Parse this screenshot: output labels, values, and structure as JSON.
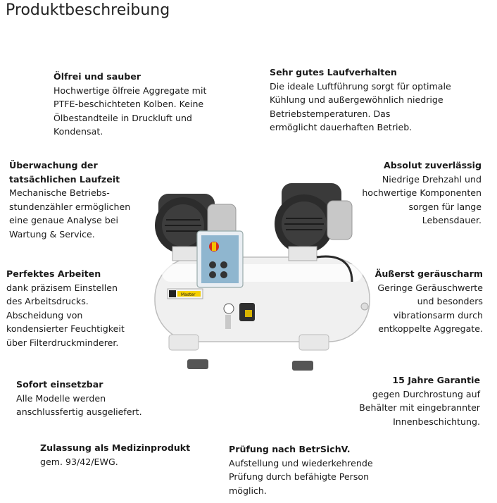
{
  "page": {
    "title": "Produktbeschreibung"
  },
  "product_image": {
    "brand_label": "Master",
    "alt": "compressor"
  },
  "features": {
    "oelfrei": {
      "heading": "Ölfrei und sauber",
      "body": "Hochwertige ölfreie Aggregate mit\nPTFE-beschichteten Kolben. Keine\nÖlbestandteile in Druckluft und\nKondensat."
    },
    "laufverhalten": {
      "heading": "Sehr gutes Laufverhalten",
      "body": "Die ideale Luftführung sorgt für optimale\nKühlung und außergewöhnlich niedrige\nBetriebstemperaturen. Das\nermöglicht dauerhaften Betrieb."
    },
    "ueberwachung": {
      "heading": "Überwachung der\ntatsächlichen Laufzeit",
      "body": "Mechanische Betriebs-\nstundenzähler ermöglichen\neine genaue Analyse bei\nWartung & Service."
    },
    "zuverlaessig": {
      "heading": "Absolut zuverlässig",
      "body": "Niedrige Drehzahl und\nhochwertige Komponenten\nsorgen für lange\nLebensdauer."
    },
    "arbeiten": {
      "heading": "Perfektes Arbeiten",
      "body": "dank präzisem Einstellen\ndes Arbeitsdrucks.\nAbscheidung von\nkondensierter Feuchtigkeit\nüber Filterdruckminderer."
    },
    "geraeuscharm": {
      "heading": "Äußerst geräuscharm",
      "body": "Geringe Geräuschwerte\nund besonders\nvibrationsarm durch\nentkoppelte Aggregate."
    },
    "sofort": {
      "heading": "Sofort einsetzbar",
      "body": "Alle Modelle werden\nanschlussfertig ausgeliefert."
    },
    "garantie": {
      "heading": "15 Jahre Garantie",
      "body": "gegen Durchrostung auf\nBehälter mit eingebrannter\nInnenbeschichtung."
    },
    "zulassung": {
      "heading": "Zulassung als Medizinprodukt",
      "body": "gem. 93/42/EWG."
    },
    "pruefung": {
      "heading": "Prüfung nach BetrSichV.",
      "body": "Aufstellung und wiederkehrende\nPrüfung durch befähigte Person\nmöglich."
    }
  }
}
